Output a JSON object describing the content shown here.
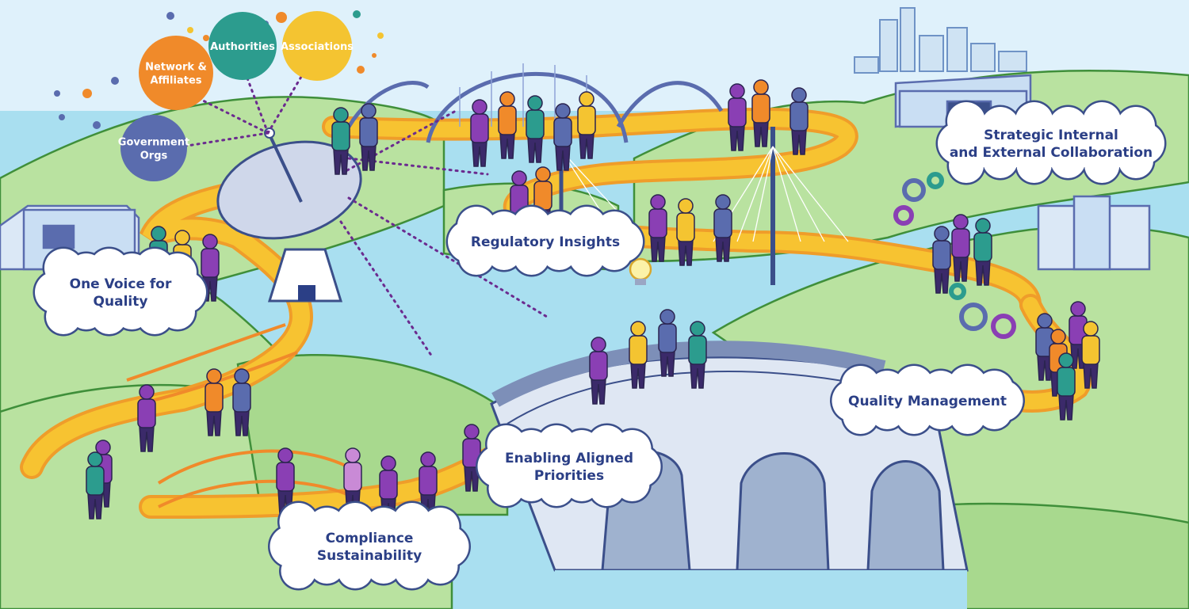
{
  "colors": {
    "sky": "#dff1fb",
    "water": "#a9dff0",
    "grass": "#b9e2a0",
    "grass_dark": "#98cf7c",
    "road": "#f7c331",
    "road_edge": "#ef9d2a",
    "cloud_text": "#2b3f86",
    "orange": "#f08a2a",
    "teal": "#2c9c8e",
    "yellow": "#f4c431",
    "slate": "#5a6cae"
  },
  "bubbles": [
    {
      "name": "network-affiliates-bubble",
      "lines": [
        "Network &",
        "Affiliates"
      ],
      "color": "#f08a2a"
    },
    {
      "name": "authorities-bubble",
      "lines": [
        "Authorities"
      ],
      "color": "#2c9c8e"
    },
    {
      "name": "associations-bubble",
      "lines": [
        "Associations"
      ],
      "color": "#f4c431"
    },
    {
      "name": "government-orgs-bubble",
      "lines": [
        "Government",
        "Orgs"
      ],
      "color": "#5a6cae"
    }
  ],
  "clouds": [
    {
      "name": "one-voice-cloud",
      "lines": [
        "One Voice for",
        "Quality"
      ]
    },
    {
      "name": "regulatory-insights-cloud",
      "lines": [
        "Regulatory Insights"
      ]
    },
    {
      "name": "strategic-collaboration-cloud",
      "lines": [
        "Strategic Internal",
        "and External Collaboration"
      ]
    },
    {
      "name": "quality-management-cloud",
      "lines": [
        "Quality Management"
      ]
    },
    {
      "name": "enabling-priorities-cloud",
      "lines": [
        "Enabling Aligned",
        "Priorities"
      ]
    },
    {
      "name": "compliance-cloud",
      "lines": [
        "Compliance",
        "Sustainability"
      ]
    }
  ]
}
